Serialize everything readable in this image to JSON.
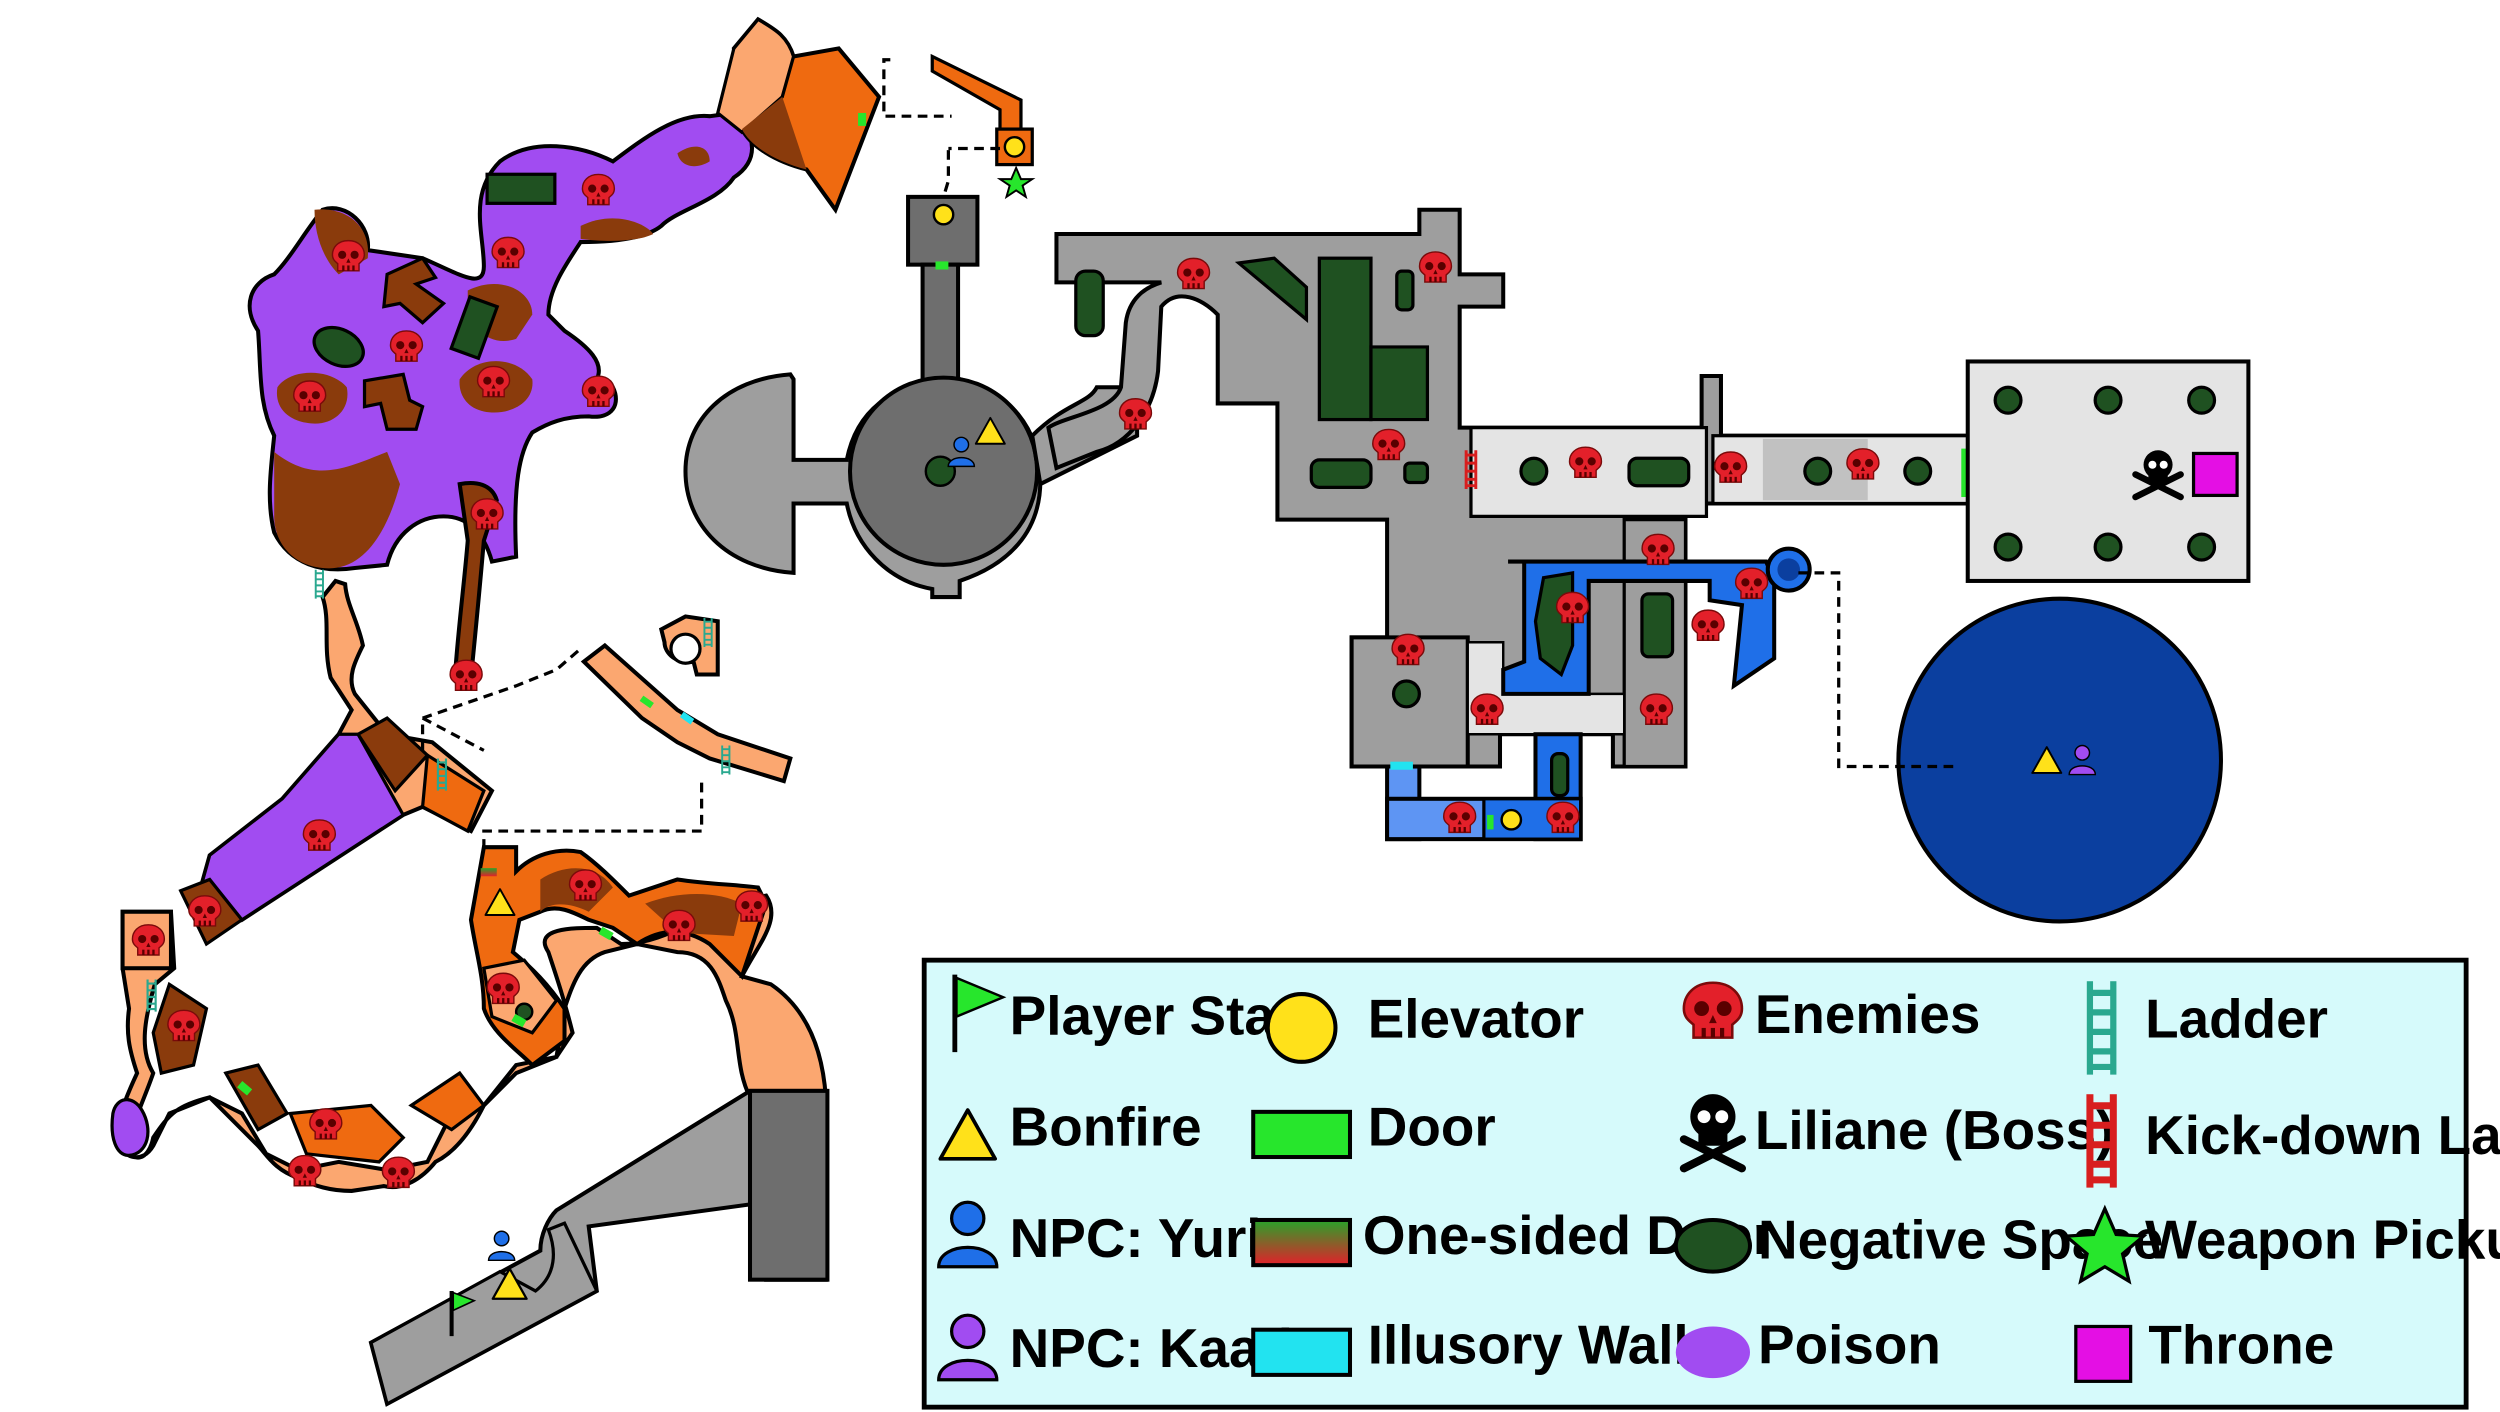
{
  "colors": {
    "gray_area": "#9e9e9e",
    "dark_gray": "#6e6e6e",
    "light_gray": "#e4e4e4",
    "negative_space": "#1f5121",
    "poison": "#a14cf1",
    "dirt": "#8a3b0c",
    "orange": "#ef6a10",
    "peach": "#fba770",
    "blue": "#1f6fe8",
    "dark_blue": "#0b3f9f",
    "enemy_red": "#e3202a",
    "bonfire_yellow": "#ffe11a",
    "door_green": "#27e62c",
    "illusory_cyan": "#22e3f0",
    "throne_magenta": "#e40fe4",
    "legend_bg": "#d6fafb"
  },
  "icons": {
    "player_start": "green-flag-icon",
    "bonfire": "triangle-icon",
    "npc_yuria": "person-icon",
    "npc_kaathe": "person-icon",
    "elevator": "circle-icon",
    "door": "rectangle-icon",
    "one_sided_door": "gradient-rectangle-icon",
    "illusory_wall": "rectangle-icon",
    "enemies": "skull-icon",
    "boss": "skull-crossbones-icon",
    "negative_space": "ellipse-icon",
    "poison": "ellipse-icon",
    "ladder": "ladder-icon",
    "kick_down_ladder": "ladder-icon",
    "weapon_pickup": "star-icon",
    "throne": "square-icon"
  },
  "legend": {
    "items": [
      {
        "key": "player_start",
        "label": "Player Start"
      },
      {
        "key": "bonfire",
        "label": "Bonfire"
      },
      {
        "key": "npc_yuria",
        "label": "NPC: Yuria"
      },
      {
        "key": "npc_kaathe",
        "label": "NPC: Kaathe"
      },
      {
        "key": "elevator",
        "label": "Elevator"
      },
      {
        "key": "door",
        "label": "Door"
      },
      {
        "key": "one_sided_door",
        "label": "One-sided Door"
      },
      {
        "key": "illusory_wall",
        "label": "Illusory Wall"
      },
      {
        "key": "enemies",
        "label": "Enemies"
      },
      {
        "key": "boss",
        "label": "Liliane (Boss)"
      },
      {
        "key": "negative_space",
        "label": "Negative Space"
      },
      {
        "key": "poison",
        "label": "Poison"
      },
      {
        "key": "ladder",
        "label": "Ladder"
      },
      {
        "key": "kick_down_ladder",
        "label": "Kick-down Ladder"
      },
      {
        "key": "weapon_pickup",
        "label": "Weapon Pickup"
      },
      {
        "key": "throne",
        "label": "Throne"
      }
    ]
  }
}
